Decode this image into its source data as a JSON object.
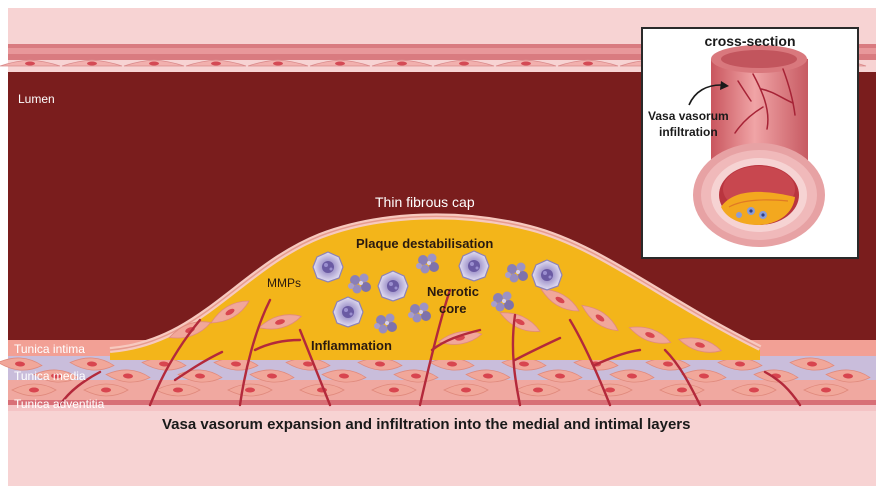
{
  "labels": {
    "lumen": "Lumen",
    "fibrous_cap": "Thin fibrous cap",
    "plaque_destabilisation": "Plaque destabilisation",
    "mmps": "MMPs",
    "necrotic_core_line1": "Necrotic",
    "necrotic_core_line2": "core",
    "inflammation": "Inflammation",
    "tunica_intima": "Tunica intima",
    "tunica_media": "Tunica media",
    "tunica_adventitia": "Tunica adventitia",
    "caption": "Vasa vasorum expansion and infiltration into the medial and intimal layers"
  },
  "inset": {
    "title": "cross-section",
    "label_line1": "Vasa vasorum",
    "label_line2": "infiltration"
  },
  "colors": {
    "lumen": "#7a1d1d",
    "vessel_wall": "#e9a3a5",
    "plaque": "#f3b51a",
    "media": "#c9bddb",
    "cells": "#f0a090",
    "vasa_vasorum": "#b3293b",
    "macrophage": "#8a7fb5"
  },
  "icons": [
    "macrophage-cell-icon",
    "lipid-cluster-icon",
    "smooth-muscle-cell-icon",
    "endothelial-cell-icon",
    "vasa-vasorum-vessel-icon",
    "curved-arrow-icon"
  ]
}
